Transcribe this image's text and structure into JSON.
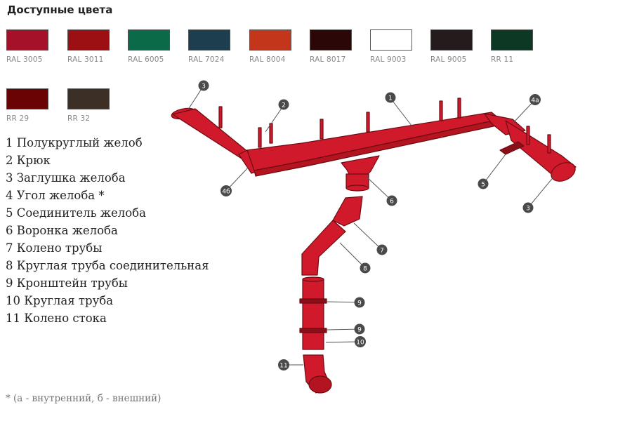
{
  "heading": "Доступные цвета",
  "colors": [
    {
      "code": "RAL 3005",
      "hex": "#a6112a"
    },
    {
      "code": "RAL 3011",
      "hex": "#9c0f12"
    },
    {
      "code": "RAL 6005",
      "hex": "#0b6a48"
    },
    {
      "code": "RAL 7024",
      "hex": "#1d3e4f"
    },
    {
      "code": "RAL 8004",
      "hex": "#c3361c"
    },
    {
      "code": "RAL 8017",
      "hex": "#2c0707"
    },
    {
      "code": "RAL 9003",
      "hex": "#ffffff"
    },
    {
      "code": "RAL 9005",
      "hex": "#241b1d"
    },
    {
      "code": "RR 11",
      "hex": "#0d3924"
    },
    {
      "code": "RR 29",
      "hex": "#6a0404"
    },
    {
      "code": "RR 32",
      "hex": "#3c3026"
    }
  ],
  "parts": [
    "1 Полукруглый желоб",
    "2 Крюк",
    "3 Заглушка желоба",
    "4 Угол желоба *",
    "5 Соединитель желоба",
    "6 Воронка желоба",
    "7 Колено трубы",
    "8 Круглая труба соединительная",
    "9 Кронштейн трубы",
    "10 Круглая труба",
    "11 Колено стока"
  ],
  "footnote": "* (а - внутренний, б - внешний)",
  "diagram": {
    "product_color": "#d01a2c",
    "labels": [
      "1",
      "2",
      "3",
      "3",
      "4а",
      "4б",
      "5",
      "6",
      "7",
      "8",
      "9",
      "9",
      "10",
      "11"
    ]
  }
}
